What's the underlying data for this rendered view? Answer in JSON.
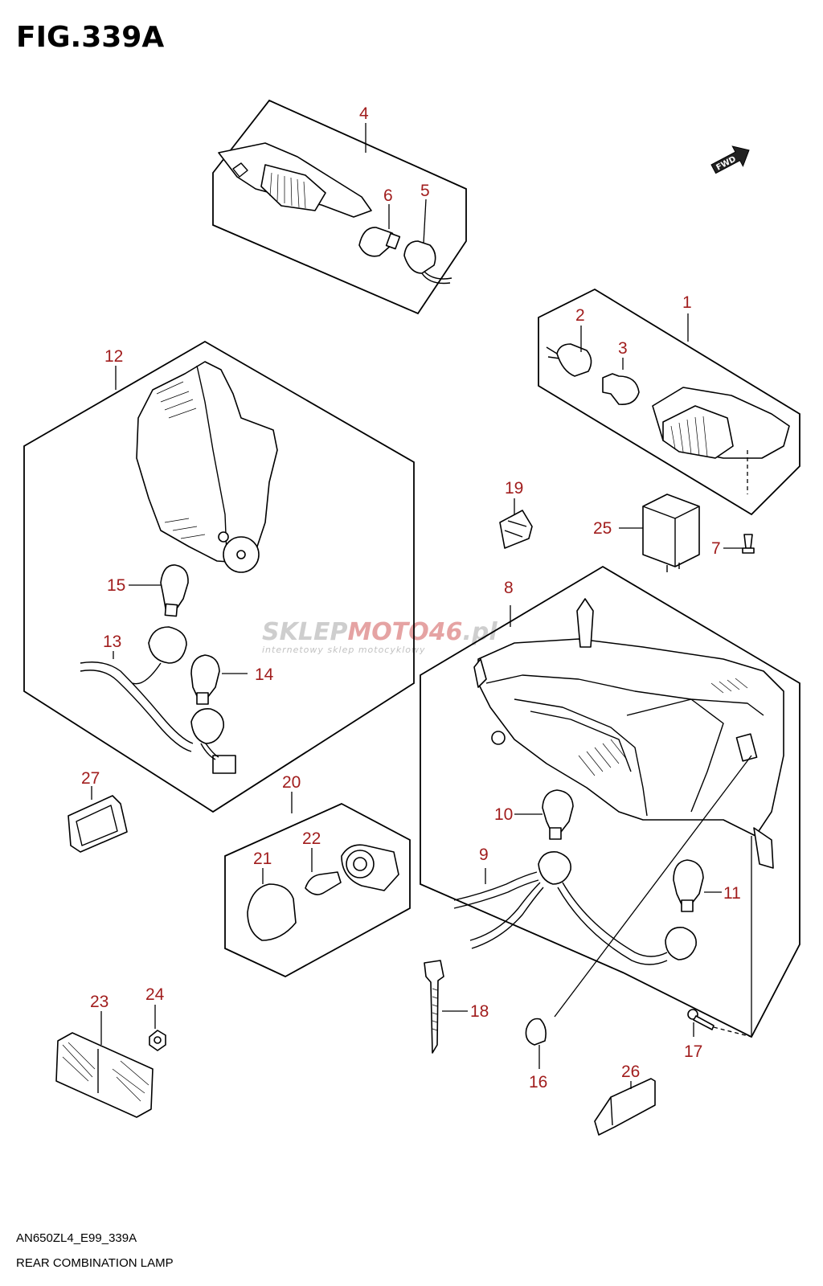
{
  "figure": {
    "title": "FIG.339A"
  },
  "fwd_badge": {
    "label": "FWD"
  },
  "watermark": {
    "part1": "SKLEP",
    "part2": "MOTO",
    "part3": "46",
    "part4": ".pl",
    "subtitle": "internetowy sklep motocyklowy",
    "color_grey": "#c9c9c9",
    "color_red": "#e39a9a"
  },
  "callouts": {
    "c1": "1",
    "c2": "2",
    "c3": "3",
    "c4": "4",
    "c5": "5",
    "c6": "6",
    "c7": "7",
    "c8": "8",
    "c9": "9",
    "c10": "10",
    "c11": "11",
    "c12": "12",
    "c13": "13",
    "c14": "14",
    "c15": "15",
    "c16": "16",
    "c17": "17",
    "c18": "18",
    "c19": "19",
    "c20": "20",
    "c21": "21",
    "c22": "22",
    "c23": "23",
    "c24": "24",
    "c25": "25",
    "c26": "26",
    "c27": "27"
  },
  "footer": {
    "model_code": "AN650ZL4_E99_339A",
    "caption": "REAR COMBINATION LAMP"
  },
  "colors": {
    "callout": "#a11d1d",
    "line": "#000000"
  }
}
